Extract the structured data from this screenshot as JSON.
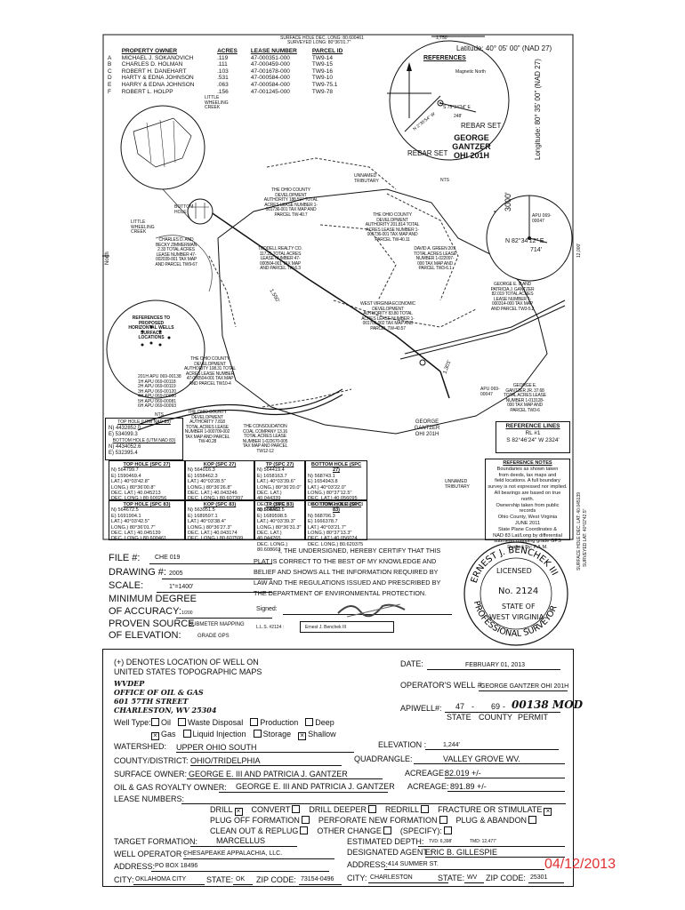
{
  "header": {
    "surface_hole_dec_long": "SURFACE HOLE DEC. LONG: 80.600461",
    "surveyed_long": "SURVEYED LONG: 80°36'01.7\"",
    "latitude": "Latitude: 40° 05' 00\" (NAD 27)",
    "longitude": "Longitude: 80° 35' 00\" (NAD 27)",
    "scale_top": "1,750'",
    "scale_right": "12,000'"
  },
  "owners_table": {
    "headers": [
      "",
      "PROPERTY OWNER",
      "ACRES",
      "LEASE NUMBER",
      "PARCEL ID"
    ],
    "rows": [
      [
        "A",
        "MICHAEL J. SOKANOVICH",
        ".119",
        "47-000351-000",
        "TW9-14"
      ],
      [
        "B",
        "CHARLES D. HOLMAN",
        ".111",
        "47-000459-000",
        "TW9-15"
      ],
      [
        "C",
        "ROBERT H. DANEHART",
        ".103",
        "47-001678-000",
        "TW9-16"
      ],
      [
        "D",
        "HARTY & EDNA JOHNSON",
        ".531",
        "47-000584-000",
        "TW9-10"
      ],
      [
        "E",
        "HARRY & EDNA JOHNSON",
        ".063",
        "47-000584-000",
        "TW9-75.1"
      ],
      [
        "F",
        "ROBERT L. HOLPP",
        ".156",
        "47-001245-000",
        "TW9-78"
      ]
    ]
  },
  "references_circle": {
    "title": "REFERENCES",
    "north": "Magnetic North",
    "bearing": "S 75°34'34\" E",
    "distance1": "248'",
    "bearing2": "N 2°35'54\" W",
    "rebar1": "REBAR SET",
    "rebar2": "REBAR SET",
    "well_name": "GEORGE GANTZER OHI 201H",
    "nts": "NTS"
  },
  "apu_circle": {
    "radius": "3000'",
    "apu": "APU 069-00047",
    "bearing": "N 82°34'12\" E",
    "distance": "714'"
  },
  "map_labels": {
    "bottom_hole": "BOTTOM HOLE",
    "little_wheeling_creek_1": "LITTLE WHEELING CREEK",
    "little_wheeling_creek_2": "LITTLE WHEELING CREEK",
    "unnamed_tributary_1": "UNNAMED TRIBUTARY",
    "unnamed_tributary_2": "UNNAMED TRIBUTARY",
    "ohio_county_1": "THE OHIO COUNTY DEVELOPMENT AUTHORITY 188.597 TOTAL ACRES LEASE NUMBER 1-001736-001 TAX MAP AND PARCEL TW-40.7",
    "ohio_county_2": "THE OHIO COUNTY DEVELOPMENT AUTHORITY 201.814 TOTAL ACRES LEASE NUMBER 1-001736-001 TAX MAP AND PARCEL TW-40.11",
    "charles_becky": "CHARLES D. AND BECKY ZIMMERMAN 2.33 TOTAL ACRES LEASE NUMBER 47-002039-001 TAX MAP AND PARCEL TW9-67",
    "teddell": "TEDDELL REALTY CO. 117.25 TOTAL ACRES LEASE NUMBER 47-000504-001 TAX MAP AND PARCEL TW-6.3",
    "david_green": "DAVID A. GREEN 20.1 TOTAL ACRES LEASE NUMBER 1-022097-000 TAX MAP AND PARCEL TW3-6.1",
    "wv_economic": "WEST VIRGINIA ECONOMIC DEVELOPMENT AUTHORITY 83.80 TOTAL ACRES LEASE NUMBER 1-001709-002 TAX MAP AND PARCEL TW-40.57",
    "ohio_county_3": "THE OHIO COUNTY DEVELOPMENT AUTHORITY 108.31 TOTAL ACRES LEASE NUMBER 47-000504-001 TAX MAP AND PARCEL TW10-4",
    "ohio_county_4": "THE OHIO COUNTY DEVELOPMENT AUTHORITY 7.818 TOTAL ACRES LEASE NUMBER 1-000709-002 TAX MAP AND PARCEL TW-40.28",
    "consolidation": "THE CONSOLIDATION COAL COMPANY 13.16 TOTAL ACRES LEASE NUMBER 1-022670-005 TAX MAP AND PARCEL TW12-12",
    "george_patricia": "GEORGE E. III AND PATRICIA J. GANTZER 82.019 TOTAL ACRES LEASE NUMBER 1-000314-000 TAX MAP AND PARCEL TW3-5.2",
    "george_gantzer_jr": "GEORGE E. GANTZER JR. 37.68 TOTAL ACRES LEASE NUMBER 1-013128-000 TAX MAP AND PARCEL TW3-6",
    "well_label": "GEORGE GANTZER OHI 201H",
    "apu_label": "APU 069-00047",
    "north_label": "North",
    "distance_1": "1,301'",
    "distance_2": "1,550'"
  },
  "references_horizontal": {
    "title": "REFERENCES TO PROPOSED HORIZONTAL WELLS SURFACE LOCATIONS",
    "legend": [
      "201H APU 069-00138",
      "1H APU 069-00118",
      "2H APU 069-00119",
      "3H APU 069-00120",
      "4H APU 069-00080",
      "5H APU 069-00081",
      "6H APU 069-00093"
    ],
    "nts": "NTS"
  },
  "coords": {
    "top_hole_header": "TOP HOLE (UTM NAD 83)",
    "top_hole_n": "N) 4432852.0",
    "top_hole_e": "E) 534099.3",
    "bottom_hole_header": "BOTTOM HOLE (UTM NAD 83)",
    "bottom_hole_n": "N) 4434052.6",
    "bottom_hole_e": "E) 532395.4"
  },
  "coord_grid": [
    {
      "h": "TOP HOLE (SPC 27)",
      "lines": [
        "N) 564799.7",
        "E) 1590469.4",
        "LAT.) 40°03'42.8\"",
        "LONG.) 80°36'00.8\"",
        "DEC. LAT.) 40.045213",
        "DEC. LONG.) 80.600256"
      ]
    },
    {
      "h": "KOP (SPC 27)",
      "lines": [
        "N) 564016.3",
        "E) 1658462.3",
        "LAT.) 40°03'28.5\"",
        "LONG.) 80°36'26.8\"",
        "DEC. LAT.) 40.043246",
        "DEC. LONG.) 80.607397"
      ]
    },
    {
      "h": "TP (SPC 27)",
      "lines": [
        "N) 564419.4",
        "E) 1658163.7",
        "LAT.) 40°03'39.6\"",
        "LONG.) 80°36'20.0\"",
        "DEC. LAT.) 40.044339",
        "DEC. LONG.) 80.608461"
      ]
    },
    {
      "h": "BOTTOM HOLE (SPC 27)",
      "lines": [
        "N) 568743.1",
        "E) 1654943.8",
        "LAT.) 40°03'22.0\"",
        "LONG.) 80°37'12.5\"",
        "DEC. LAT.) 40.056095",
        "DEC. LONG.) 80.620173"
      ]
    },
    {
      "h": "TOP HOLE (SPC 83)",
      "lines": [
        "N) 564672.5",
        "E) 1691904.1",
        "LAT.) 40°03'42.5\"",
        "LONG.) 80°36'01.7\"",
        "DEC. LAT.) 40.045139",
        "DEC. LONG.) 80.600461"
      ]
    },
    {
      "h": "KOP (SPC 83)",
      "lines": [
        "N) 563951.5",
        "E) 1689597.1",
        "LAT.) 40°03'38.4\"",
        "LONG.) 80°36'27.3\"",
        "DEC. LAT.) 40.043174",
        "DEC. LONG.) 80.607599"
      ]
    },
    {
      "h": "TP (SPC 83)",
      "lines": [
        "N) 564382.5",
        "E) 1689598.5",
        "LAT.) 40°03'39.3\"",
        "LONG.) 80°36'31.3\"",
        "DEC. LAT.) 40.044265",
        "DEC. LONG.) 80.608663"
      ]
    },
    {
      "h": "BOTTOM HOLE (SPC 83)",
      "lines": [
        "N) 568706.3",
        "E) 1666378.7",
        "LAT.) 40°03'21.7\"",
        "LONG.) 80°37'13.3\"",
        "DEC. LAT.) 40.056024",
        "DEC. LONG.) 80.620375"
      ]
    }
  ],
  "reference_lines": {
    "title": "REFERENCE LINES",
    "rl": "RL #1",
    "bearing": "S 82°46'24\" W 2324'"
  },
  "reference_notes": {
    "title": "REFERENCE NOTES",
    "text": [
      "Boundaries as shown taken",
      "from deeds, tax maps and",
      "field locations. A full boundary",
      "survey is not expressed nor implied.",
      "All bearings are based on true north.",
      "Ownership taken from public records",
      "Ohio County, West Virginia",
      "JUNE 2011",
      "State Plane Coordinates &",
      "NAD 83 Lat/Long by differential",
      "submeter mapping grade GPS",
      "Drafted By: F.A.M."
    ]
  },
  "right_vertical": {
    "text1": "SURFACE HOLE DEC. LAT: 40.045139",
    "text2": "SURVEYED LAT: 40°02'42.5\""
  },
  "certification": {
    "file_label": "FILE #:",
    "file_value": "CHE 019",
    "drawing_label": "DRAWING #:",
    "drawing_value": "2005",
    "scale_label": "SCALE:",
    "scale_value": "1\"=1400'",
    "min_degree_label": "MINIMUM DEGREE",
    "accuracy_label": "OF ACCURACY:",
    "accuracy_value": "1/200",
    "proven_label": "PROVEN SOURCE",
    "proven_value": "SUBMETER MAPPING",
    "elevation_label": "OF ELEVATION:",
    "elevation_value": "GRADE GPS",
    "statement": [
      "I, THE UNDERSIGNED, HEREBY CERTIFY THAT THIS",
      "PLAT IS CORRECT TO THE BEST OF MY KNOWLEDGE AND",
      "BELIEF AND SHOWS ALL THE INFORMATION REQUIRED BY",
      "LAW AND THE REGULATIONS ISSUED AND PRESCRIBED BY",
      "THE DEPARTMENT OF ENVIRONMENTAL PROTECTION."
    ],
    "signed_label": "Signed:",
    "lls_label": "L.L.S. #2124 :",
    "lls_value": "Ernest J. Benchek III"
  },
  "seal": {
    "top": "ERNEST J. BENCHEK III",
    "licensed": "LICENSED",
    "number": "No. 2124",
    "state_of": "STATE OF",
    "west_virginia": "WEST VIRGINIA",
    "bottom": "PROFESSIONAL SURVEYOR"
  },
  "well_info": {
    "legend": [
      "(+) DENOTES LOCATION OF WELL ON",
      "UNITED STATES TOPOGRAPHIC MAPS"
    ],
    "agency": [
      "WVDEP",
      "OFFICE OF OIL & GAS",
      "601 57TH STREET",
      "CHARLESTON, WV 25304"
    ],
    "date_label": "DATE:",
    "date_value": "FEBRUARY 01, 2013",
    "operator_well_label": "OPERATOR'S WELL #:",
    "operator_well_value": "GEORGE GANTZER OHI 201H",
    "api_label": "APIWELL#:",
    "api_state": "47",
    "api_county": "69",
    "api_permit": "00138 MOD",
    "api_state_label": "STATE",
    "api_county_label": "COUNTY",
    "api_permit_label": "PERMIT",
    "well_type_label": "Well Type:",
    "well_type_row1": [
      "Oil",
      "Waste Disposal",
      "Production",
      "Deep"
    ],
    "well_type_row2": [
      "Gas",
      "Liquid Injection",
      "Storage",
      "Shallow"
    ],
    "watershed_label": "WATERSHED:",
    "watershed_value": "UPPER OHIO SOUTH",
    "elevation_label": "ELEVATION :",
    "elevation_value": "1,244'",
    "county_label": "COUNTY/DISTRICT:",
    "county_value": "OHIO/TRIDELPHIA",
    "quadrangle_label": "QUADRANGLE:",
    "quadrangle_value": "VALLEY GROVE WV.",
    "surface_owner_label": "SURFACE OWNER:",
    "surface_owner_value": "GEORGE E. III AND PATRICIA J. GANTZER",
    "acreage_label": "ACREAGE:",
    "acreage_value": "82.019 +/-",
    "royalty_label": "OIL & GAS ROYALTY OWNER:",
    "royalty_value": "GEORGE E. III AND PATRICIA J. GANTZER",
    "acreage2_label": "ACREAGE:",
    "acreage2_value": "891.89 +/-",
    "lease_label": "LEASE NUMBERS:",
    "ops_row1": [
      "DRILL",
      "CONVERT",
      "DRILL DEEPER",
      "REDRILL",
      "FRACTURE OR STIMULATE"
    ],
    "ops_row2": [
      "PLUG OFF FORMATION",
      "PERFORATE NEW FORMATION",
      "PLUG & ABANDON"
    ],
    "ops_row3": [
      "CLEAN OUT & REPLUG",
      "OTHER CHANGE",
      "(SPECIFY):"
    ],
    "target_label": "TARGET FORMATION:",
    "target_value": "MARCELLUS",
    "depth_label": "ESTIMATED DEPTH:",
    "depth_tvd": "TVD: 6,398'",
    "depth_tmd": "TMD: 12,477'",
    "operator_label": "WELL OPERATOR :",
    "operator_value": "CHESAPEAKE APPALACHIA, LLC.",
    "agent_label": "DESIGNATED AGENT :",
    "agent_value": "ERIC B. GILLESPIE",
    "address_label": "ADDRESS:",
    "address_value": "PO BOX 18496",
    "address2_label": "ADDRESS:",
    "address2_value": "414 SUMMER ST.",
    "city_label": "CITY:",
    "city_value": "OKLAHOMA CITY",
    "state_label": "STATE:",
    "state_value": "OK",
    "zip_label": "ZIP CODE:",
    "zip_value": "73154-0496",
    "city2_label": "CITY:",
    "city2_value": "CHARLESTON",
    "state2_label": "STATE:",
    "state2_value": "WV",
    "zip2_label": "ZIP CODE:",
    "zip2_value": "25301"
  },
  "stamp_date": "04/12/2013",
  "colors": {
    "ink": "#111111",
    "stamp_red": "#e03030"
  }
}
